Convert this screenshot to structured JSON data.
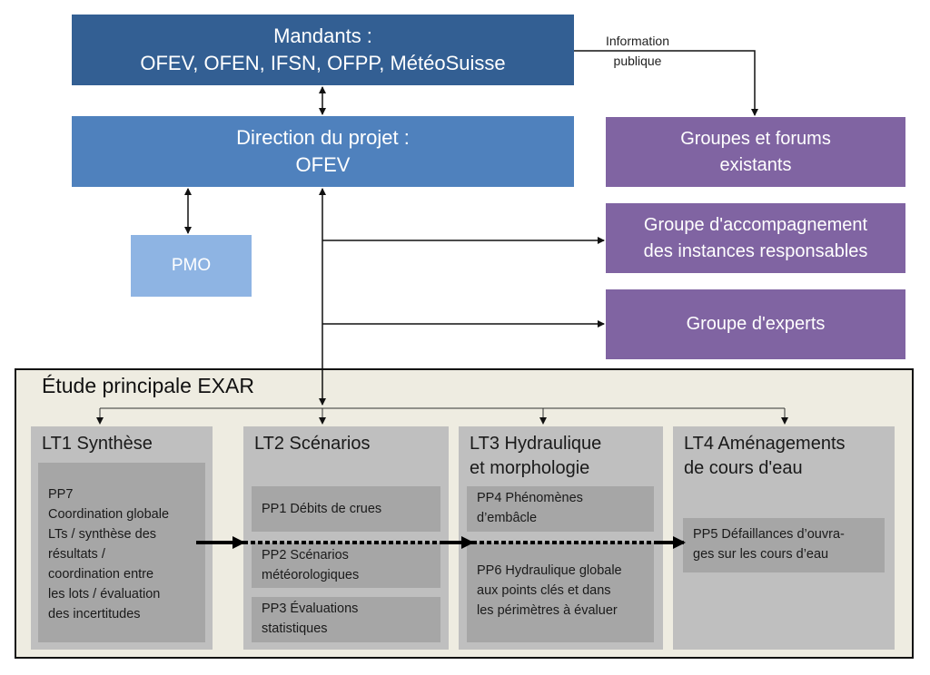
{
  "mandants": {
    "line1": "Mandants :",
    "line2": "OFEV, OFEN, IFSN, OFPP, MétéoSuisse"
  },
  "direction": {
    "line1": "Direction du projet :",
    "line2": "OFEV"
  },
  "pmo": {
    "label": "PMO"
  },
  "info_label": {
    "line1": "Information",
    "line2": "publique"
  },
  "groups": [
    {
      "line1": "Groupes et forums",
      "line2": "existants"
    },
    {
      "line1": "Groupe d'accompagnement",
      "line2": "des instances responsables"
    },
    {
      "line1": "Groupe d'experts",
      "line2": ""
    }
  ],
  "exar": {
    "title": "Étude principale EXAR",
    "lots": [
      {
        "title1": "LT1 Synthèse",
        "title2": "",
        "packages": [
          {
            "lines": [
              "PP7",
              "Coordination globale",
              "LTs / synthèse des",
              "résultats /",
              "coordination entre",
              "les lots / évaluation",
              "des incertitudes"
            ]
          }
        ]
      },
      {
        "title1": "LT2 Scénarios",
        "title2": "",
        "packages": [
          {
            "lines": [
              "PP1 Débits de crues"
            ]
          },
          {
            "lines": [
              "PP2 Scénarios",
              "météorologiques"
            ]
          },
          {
            "lines": [
              "PP3 Évaluations",
              "statistiques"
            ]
          }
        ]
      },
      {
        "title1": "LT3 Hydraulique",
        "title2": "et morphologie",
        "packages": [
          {
            "lines": [
              "PP4 Phénomènes",
              "d’embâcle"
            ]
          },
          {
            "lines": [
              "PP6 Hydraulique globale",
              "aux points clés et dans",
              "les périmètres à évaluer"
            ]
          }
        ]
      },
      {
        "title1": "LT4 Aménagements",
        "title2": "de cours d'eau",
        "packages": [
          {
            "lines": [
              "PP5 Défaillances d’ouvra-",
              "ges sur les cours d’eau"
            ]
          }
        ]
      }
    ]
  },
  "colors": {
    "mandants": "#335f93",
    "direction": "#4f81bd",
    "pmo": "#8eb4e3",
    "groups": "#8064a2",
    "exar_bg": "#eeece1",
    "lot_bg": "#bfbfbf",
    "package_bg": "#a6a6a6"
  }
}
